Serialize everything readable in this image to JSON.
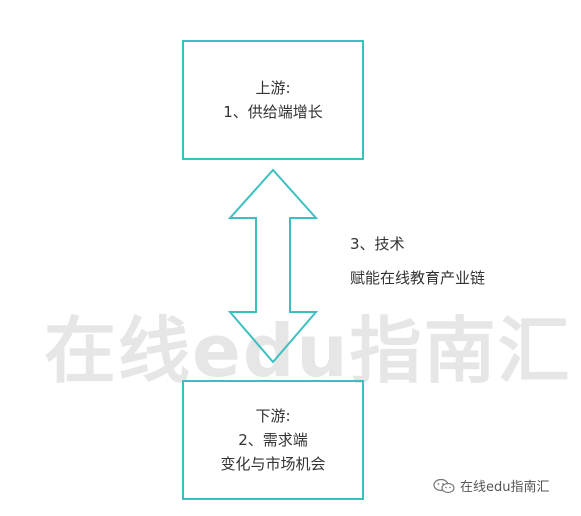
{
  "watermark": "在线edu指南汇",
  "upstream": {
    "title": "上游:",
    "item": "1、供给端增长"
  },
  "downstream": {
    "title": "下游:",
    "item": "2、需求端",
    "detail": "变化与市场机会"
  },
  "technology": {
    "item": "3、技术",
    "detail": "赋能在线教育产业链"
  },
  "source": {
    "label": "在线edu指南汇",
    "icon": "wechat-icon"
  },
  "colors": {
    "accent": "#3dbfbf",
    "watermark": "#e6e6e6"
  }
}
